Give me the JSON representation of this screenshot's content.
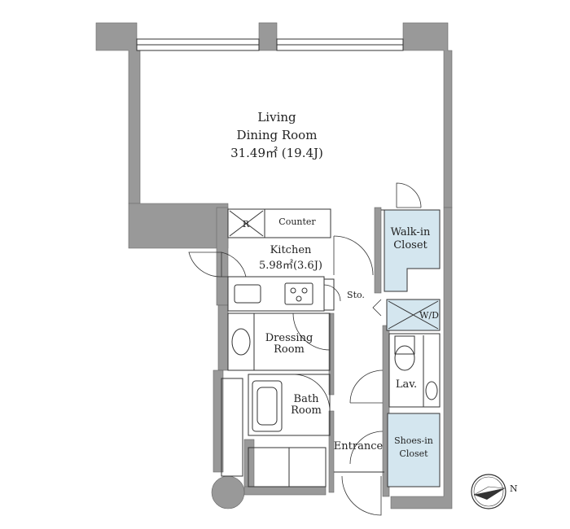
{
  "rooms": {
    "living": {
      "line1": "Living",
      "line2": "Dining Room",
      "line3": "31.49㎡ (19.4J)"
    },
    "kitchen": {
      "line1": "Kitchen",
      "line2": "5.98㎡(3.6J)"
    },
    "counter": "Counter",
    "fridge": "R",
    "storage": "Sto.",
    "walkin": {
      "line1": "Walk-in",
      "line2": "Closet"
    },
    "washer": "W/D",
    "dressing": {
      "line1": "Dressing",
      "line2": "Room"
    },
    "bath": {
      "line1": "Bath",
      "line2": "Room"
    },
    "lavatory": "Lav.",
    "entrance": "Entrance",
    "shoes": {
      "line1": "Shoes-in",
      "line2": "Closet"
    }
  },
  "compass": "N",
  "colors": {
    "wall": "#999999",
    "closet": "#d4e6ef",
    "line": "#333333"
  }
}
